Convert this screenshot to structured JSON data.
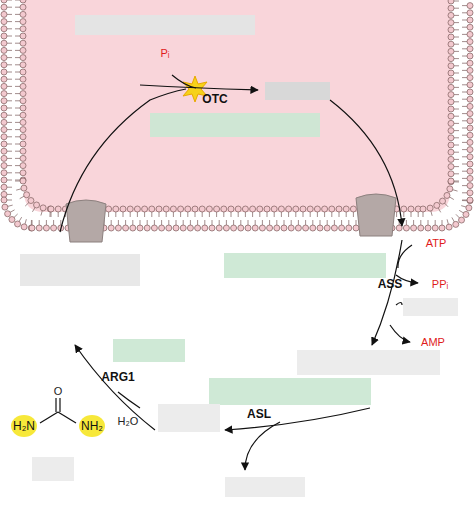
{
  "diagram": {
    "labels": [
      "Pᵢ",
      "OTC",
      "ATP",
      "ASS",
      "PPᵢ",
      "AMP",
      "ARG1",
      "ASL",
      "H₂O",
      "O",
      "H₂N",
      "NH₂"
    ]
  }
}
